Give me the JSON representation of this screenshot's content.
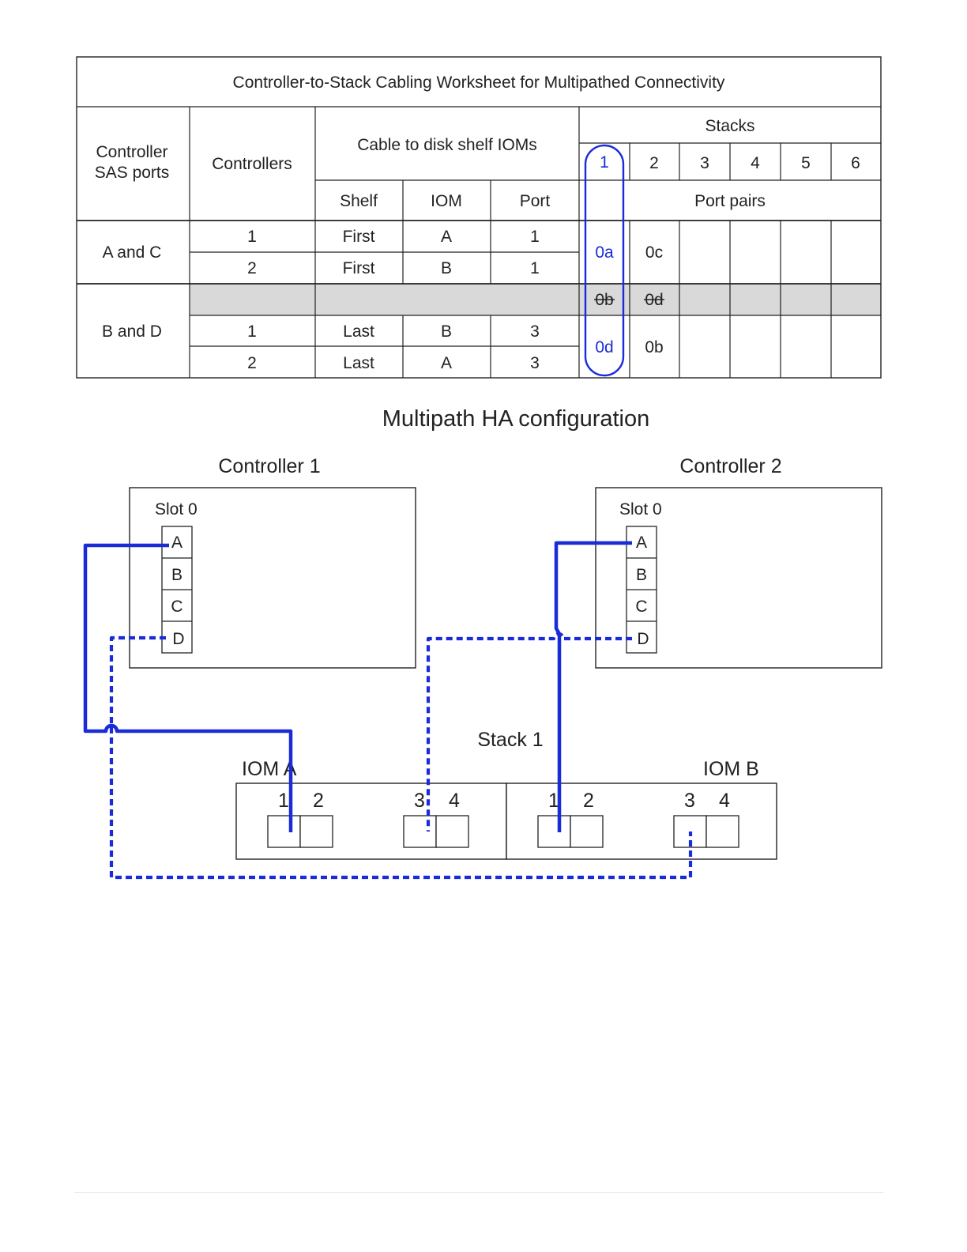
{
  "worksheet": {
    "title": "Controller-to-Stack Cabling Worksheet for Multipathed Connectivity",
    "headers": {
      "sas_ports_line1": "Controller",
      "sas_ports_line2": "SAS ports",
      "controllers": "Controllers",
      "cable_to": "Cable to disk shelf IOMs",
      "shelf": "Shelf",
      "iom": "IOM",
      "port": "Port",
      "stacks": "Stacks",
      "port_pairs": "Port pairs"
    },
    "stack_numbers": [
      "1",
      "2",
      "3",
      "4",
      "5",
      "6"
    ],
    "groups": [
      {
        "sas_ports": "A and C",
        "rows": [
          {
            "controller": "1",
            "shelf": "First",
            "iom": "A",
            "port": "1"
          },
          {
            "controller": "2",
            "shelf": "First",
            "iom": "B",
            "port": "1"
          }
        ],
        "port_pair_1": "0a",
        "port_pair_2": "0c"
      },
      {
        "sas_ports": "B and D",
        "rows": [
          {
            "controller": "1",
            "shelf": "Last",
            "iom": "B",
            "port": "3"
          },
          {
            "controller": "2",
            "shelf": "Last",
            "iom": "A",
            "port": "3"
          }
        ],
        "port_pair_1": "0d",
        "port_pair_2": "0b"
      }
    ],
    "struck_pair": [
      "0b",
      "0d"
    ]
  },
  "diagram": {
    "title": "Multipath HA configuration",
    "controller1": {
      "label": "Controller 1",
      "slot": "Slot 0",
      "ports": [
        "A",
        "B",
        "C",
        "D"
      ]
    },
    "controller2": {
      "label": "Controller 2",
      "slot": "Slot 0",
      "ports": [
        "A",
        "B",
        "C",
        "D"
      ]
    },
    "stack_label": "Stack 1",
    "iom_a": {
      "label": "IOM A",
      "ports": [
        "1",
        "2",
        "3",
        "4"
      ]
    },
    "iom_b": {
      "label": "IOM B",
      "ports": [
        "1",
        "2",
        "3",
        "4"
      ]
    },
    "cable_color": "#1a2bd8",
    "connections": [
      {
        "from": "Controller 1 A",
        "to": "IOM A 1",
        "style": "solid"
      },
      {
        "from": "Controller 1 D",
        "to": "IOM B 3",
        "style": "dashed"
      },
      {
        "from": "Controller 2 A",
        "to": "IOM B 1",
        "style": "solid"
      },
      {
        "from": "Controller 2 D",
        "to": "IOM A 3",
        "style": "dashed"
      }
    ]
  }
}
